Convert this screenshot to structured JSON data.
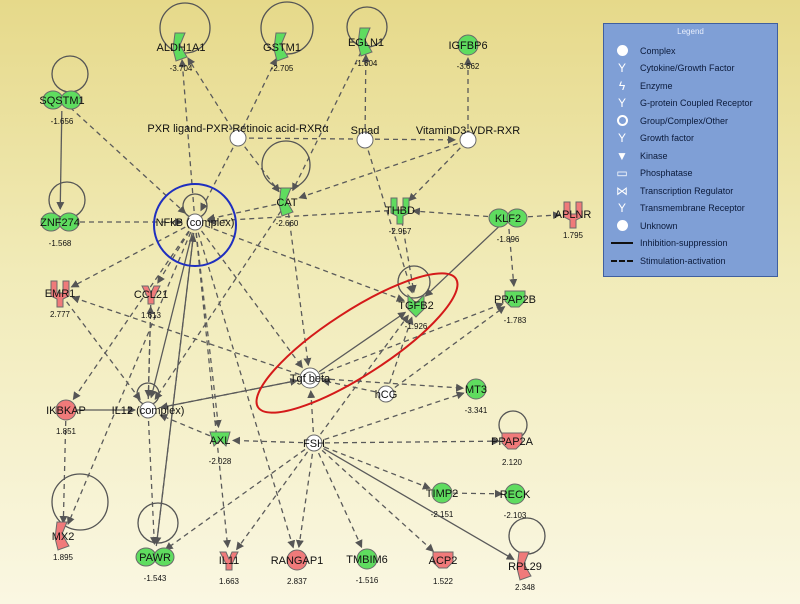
{
  "legend": {
    "title": "Legend",
    "items": [
      {
        "label": "Complex",
        "icon": "complex-icon"
      },
      {
        "label": "Cytokine/Growth Factor",
        "icon": "cytokine-icon"
      },
      {
        "label": "Enzyme",
        "icon": "enzyme-icon"
      },
      {
        "label": "G-protein Coupled Receptor",
        "icon": "gpcr-icon"
      },
      {
        "label": "Group/Complex/Other",
        "icon": "group-icon"
      },
      {
        "label": "Growth factor",
        "icon": "growth-factor-icon"
      },
      {
        "label": "Kinase",
        "icon": "kinase-icon"
      },
      {
        "label": "Phosphatase",
        "icon": "phosphatase-icon"
      },
      {
        "label": "Transcription Regulator",
        "icon": "transcription-regulator-icon"
      },
      {
        "label": "Transmembrane Receptor",
        "icon": "transmembrane-receptor-icon"
      },
      {
        "label": "Unknown",
        "icon": "unknown-icon"
      },
      {
        "label": "Inhibition-suppression",
        "icon": "solid-line-icon"
      },
      {
        "label": "Stimulation-activation",
        "icon": "dashed-line-icon"
      }
    ]
  },
  "colors": {
    "up": "#f07a7a",
    "down": "#5fdc5f",
    "complex": "#ffffff",
    "highlight_circle": "#1f2fbf",
    "highlight_ellipse": "#d41a1a"
  },
  "nodes": [
    {
      "id": "ALDH1A1",
      "label": "ALDH1A1",
      "value": "-3.704",
      "type": "enzyme",
      "reg": "down"
    },
    {
      "id": "GSTM1",
      "label": "GSTM1",
      "value": "-2.705",
      "type": "enzyme",
      "reg": "down"
    },
    {
      "id": "EGLN1",
      "label": "EGLN1",
      "value": "-1.604",
      "type": "enzyme",
      "reg": "down"
    },
    {
      "id": "IGFBP6",
      "label": "IGFBP6",
      "value": "-3.662",
      "type": "other",
      "reg": "down"
    },
    {
      "id": "SQSTM1",
      "label": "SQSTM1",
      "value": "-1.656",
      "type": "regulator",
      "reg": "down"
    },
    {
      "id": "PXR",
      "label": "PXR ligand-PXR-Retinoic acid-RXRα",
      "value": "",
      "type": "complex",
      "reg": "none"
    },
    {
      "id": "Smad",
      "label": "Smad",
      "value": "",
      "type": "complex",
      "reg": "none"
    },
    {
      "id": "VDR",
      "label": "VitaminD3-VDR-RXR",
      "value": "",
      "type": "complex",
      "reg": "none"
    },
    {
      "id": "ZNF274",
      "label": "ZNF274",
      "value": "-1.568",
      "type": "regulator",
      "reg": "down"
    },
    {
      "id": "NFkB",
      "label": "NFkB (complex)",
      "value": "",
      "type": "complex",
      "reg": "none"
    },
    {
      "id": "CAT",
      "label": "CAT",
      "value": "-2.660",
      "type": "enzyme",
      "reg": "down"
    },
    {
      "id": "THBD",
      "label": "THBD",
      "value": "-2.957",
      "type": "receptor",
      "reg": "down"
    },
    {
      "id": "KLF2",
      "label": "KLF2",
      "value": "-1.896",
      "type": "regulator",
      "reg": "down"
    },
    {
      "id": "APLNR",
      "label": "APLNR",
      "value": "1.795",
      "type": "gpcr",
      "reg": "up"
    },
    {
      "id": "EMR1",
      "label": "EMR1",
      "value": "2.777",
      "type": "gpcr",
      "reg": "up"
    },
    {
      "id": "CCL21",
      "label": "CCL21",
      "value": "1.613",
      "type": "cytokine",
      "reg": "up"
    },
    {
      "id": "TGFB2",
      "label": "TGFB2",
      "value": "-1.926",
      "type": "growth",
      "reg": "down"
    },
    {
      "id": "PPAP2B",
      "label": "PPAP2B",
      "value": "-1.783",
      "type": "phosphatase",
      "reg": "down"
    },
    {
      "id": "Tgfbeta",
      "label": "Tgf beta",
      "value": "",
      "type": "group",
      "reg": "none"
    },
    {
      "id": "hCG",
      "label": "hCG",
      "value": "",
      "type": "complex",
      "reg": "none"
    },
    {
      "id": "MT3",
      "label": "MT3",
      "value": "-3.341",
      "type": "other",
      "reg": "down"
    },
    {
      "id": "IKBKAP",
      "label": "IKBKAP",
      "value": "1.851",
      "type": "other",
      "reg": "up"
    },
    {
      "id": "IL12",
      "label": "IL12 (complex)",
      "value": "",
      "type": "complex",
      "reg": "none"
    },
    {
      "id": "AXL",
      "label": "AXL",
      "value": "-2.028",
      "type": "kinase",
      "reg": "down"
    },
    {
      "id": "FSH",
      "label": "FSH",
      "value": "",
      "type": "complex",
      "reg": "none"
    },
    {
      "id": "PPAP2A",
      "label": "PPAP2A",
      "value": "2.120",
      "type": "phosphatase",
      "reg": "up"
    },
    {
      "id": "TIMP2",
      "label": "TIMP2",
      "value": "-2.151",
      "type": "other",
      "reg": "down"
    },
    {
      "id": "RECK",
      "label": "RECK",
      "value": "-2.103",
      "type": "other",
      "reg": "down"
    },
    {
      "id": "MX2",
      "label": "MX2",
      "value": "1.895",
      "type": "enzyme",
      "reg": "up"
    },
    {
      "id": "PAWR",
      "label": "PAWR",
      "value": "-1.543",
      "type": "regulator",
      "reg": "down"
    },
    {
      "id": "IL11",
      "label": "IL11",
      "value": "1.663",
      "type": "cytokine",
      "reg": "up"
    },
    {
      "id": "RANGAP1",
      "label": "RANGAP1",
      "value": "2.837",
      "type": "other",
      "reg": "up"
    },
    {
      "id": "TMBIM6",
      "label": "TMBIM6",
      "value": "-1.516",
      "type": "other",
      "reg": "down"
    },
    {
      "id": "ACP2",
      "label": "ACP2",
      "value": "1.522",
      "type": "phosphatase",
      "reg": "up"
    },
    {
      "id": "RPL29",
      "label": "RPL29",
      "value": "2.348",
      "type": "enzyme",
      "reg": "up"
    }
  ]
}
